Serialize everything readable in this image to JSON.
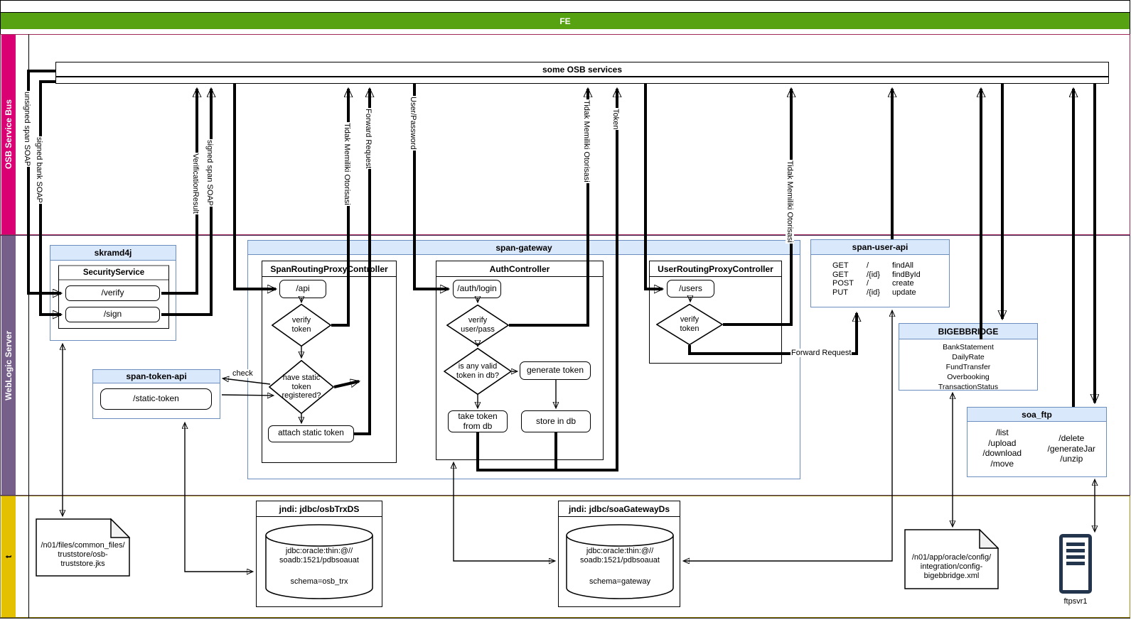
{
  "colors": {
    "green_lane": "#56a212",
    "pink_lane": "#d80073",
    "pink_border": "#a02858",
    "purple_lane": "#76608a",
    "purple_border": "#483058",
    "yellow_lane": "#e3c000",
    "yellow_border": "#a08c1a",
    "header_blue": "#dae8fc",
    "header_blue_border": "#6c8ebf",
    "server_icon": "#23344d"
  },
  "lanes": {
    "fe": "FE",
    "osb": "OSB Service Bus",
    "weblogic": "WebLogic Server",
    "bottom": "t"
  },
  "osb_box": {
    "title": "some OSB services"
  },
  "edges": {
    "unsigned_span_soap": "unsigned span SOAP",
    "signed_bank_soap": "signed bank SOAP",
    "verification_result": "VerificationResult",
    "signed_span_soap": "signed span SOAP",
    "tidak_memiliki_otorisasi_1": "Tidak Memiliki Otorisasi",
    "forward_request_1": "Forward Request",
    "user_password": "User/Password",
    "tidak_memiliki_otorisasi_2": "Tidak Memiliki Otorisasi",
    "token": "Token",
    "tidak_memiliki_otorisasi_3": "Tidak Memiliki Otorisasi",
    "forward_request_2": "Forward Request",
    "check": "check"
  },
  "skramd4j": {
    "title": "skramd4j",
    "service_title": "SecurityService",
    "verify": "/verify",
    "sign": "/sign"
  },
  "span_token_api": {
    "title": "span-token-api",
    "static_token": "/static-token"
  },
  "span_gateway": {
    "title": "span-gateway",
    "span_routing": {
      "title": "SpanRoutingProxyController",
      "api": "/api",
      "verify_token": "verify\ntoken",
      "have_static": "have static\ntoken\nregistered?",
      "attach": "attach static token"
    },
    "auth": {
      "title": "AuthController",
      "login": "/auth/login",
      "verify_userpass": "verify\nuser/pass",
      "any_valid": "is any valid\ntoken in db?",
      "generate": "generate token",
      "take": "take token\nfrom db",
      "store": "store in db"
    },
    "user_routing": {
      "title": "UserRoutingProxyController",
      "users": "/users",
      "verify_token": "verify\ntoken"
    }
  },
  "span_user_api": {
    "title": "span-user-api",
    "routes": [
      {
        "method": "GET",
        "path": "/",
        "name": "findAll"
      },
      {
        "method": "GET",
        "path": "/{id}",
        "name": "findById"
      },
      {
        "method": "POST",
        "path": "/",
        "name": "create"
      },
      {
        "method": "PUT",
        "path": "/{id}",
        "name": "update"
      }
    ]
  },
  "bigebbridge": {
    "title": "BIGEBBRIDGE",
    "services": [
      "BankStatement",
      "DailyRate",
      "FundTransfer",
      "Overbooking",
      "TransactionStatus"
    ]
  },
  "soa_ftp": {
    "title": "soa_ftp",
    "left": [
      "/list",
      "/upload",
      "/download",
      "/move"
    ],
    "right": [
      "/delete",
      "/generateJar",
      "/unzip"
    ]
  },
  "osb_trx_ds": {
    "title": "jndi: jdbc/osbTrxDS",
    "url": "jdbc:oracle:thin:@//\nsoadb:1521/pdbsoauat",
    "schema": "schema=osb_trx"
  },
  "soa_gateway_ds": {
    "title": "jndi: jdbc/soaGatewayDs",
    "url": "jdbc:oracle:thin:@//\nsoadb:1521/pdbsoauat",
    "schema": "schema=gateway"
  },
  "truststore_file": {
    "path": "/n01/files/common_files/\ntruststore/osb-\ntruststore.jks"
  },
  "config_file": {
    "path": "/n01/app/oracle/config/\nintegration/config-\nbigebbridge.xml"
  },
  "ftp_server": {
    "label": "ftpsvr1"
  }
}
